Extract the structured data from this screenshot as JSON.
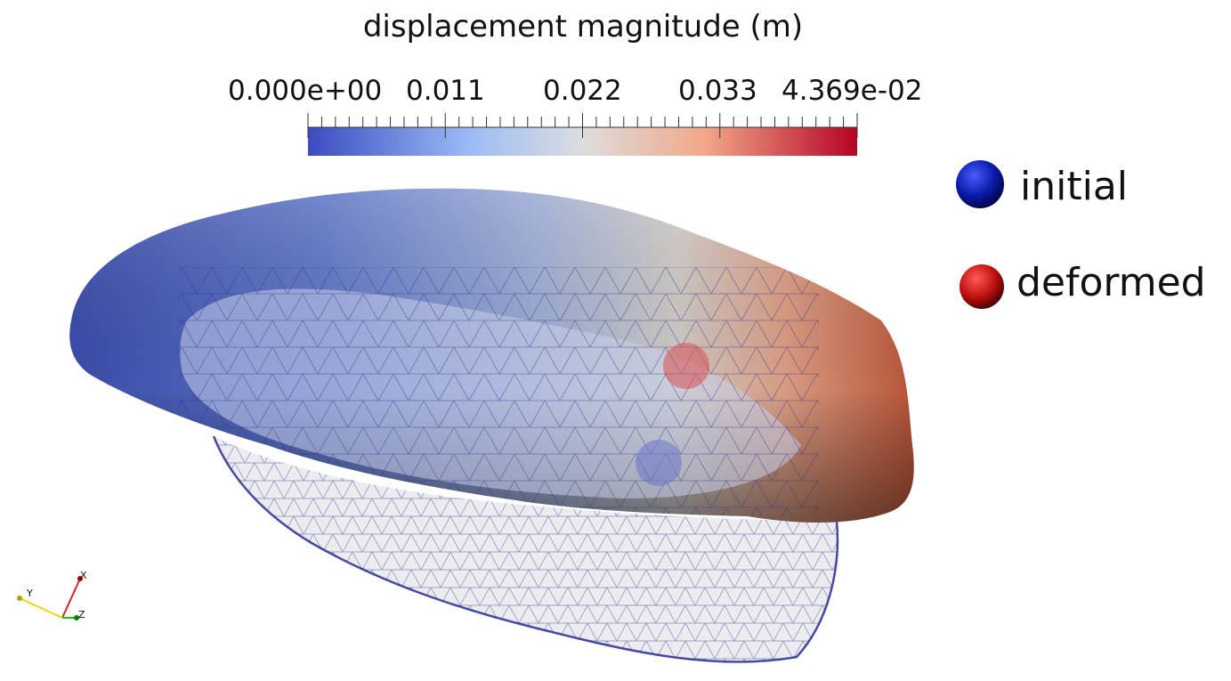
{
  "colorbar": {
    "title": "displacement magnitude (m)",
    "labels": [
      "0.000e+00",
      "0.011",
      "0.022",
      "0.033",
      "4.369e-02"
    ],
    "colors": [
      "#3b4cc0",
      "#b0c9f2",
      "#dddddd",
      "#f2a98a",
      "#b40426"
    ]
  },
  "legend": {
    "items": [
      {
        "label": "initial",
        "color": "#0a1aa8",
        "icon": "blue-sphere-icon"
      },
      {
        "label": "deformed",
        "color": "#c01010",
        "icon": "red-sphere-icon"
      }
    ]
  },
  "axes": {
    "x": "X",
    "y": "Y",
    "z": "Z"
  }
}
